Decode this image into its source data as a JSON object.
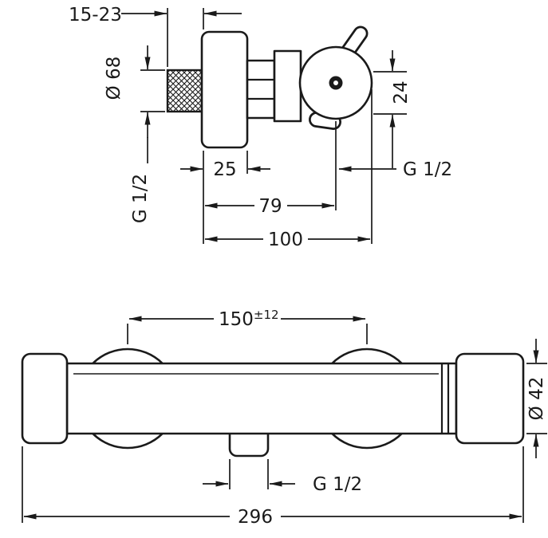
{
  "side_view": {
    "projection_range": "15-23",
    "escutcheon_diameter": "Ø 68",
    "inlet_thread": "G 1/2",
    "offset_24": "24",
    "depth_25": "25",
    "outlet_thread": "G 1/2",
    "depth_79": "79",
    "depth_100": "100"
  },
  "front_view": {
    "centers_value": "150",
    "centers_tolerance": "±12",
    "body_diameter": "Ø 42",
    "outlet_thread": "G 1/2",
    "overall_width": "296"
  },
  "colors": {
    "line": "#1a1a1a",
    "background": "#ffffff"
  }
}
